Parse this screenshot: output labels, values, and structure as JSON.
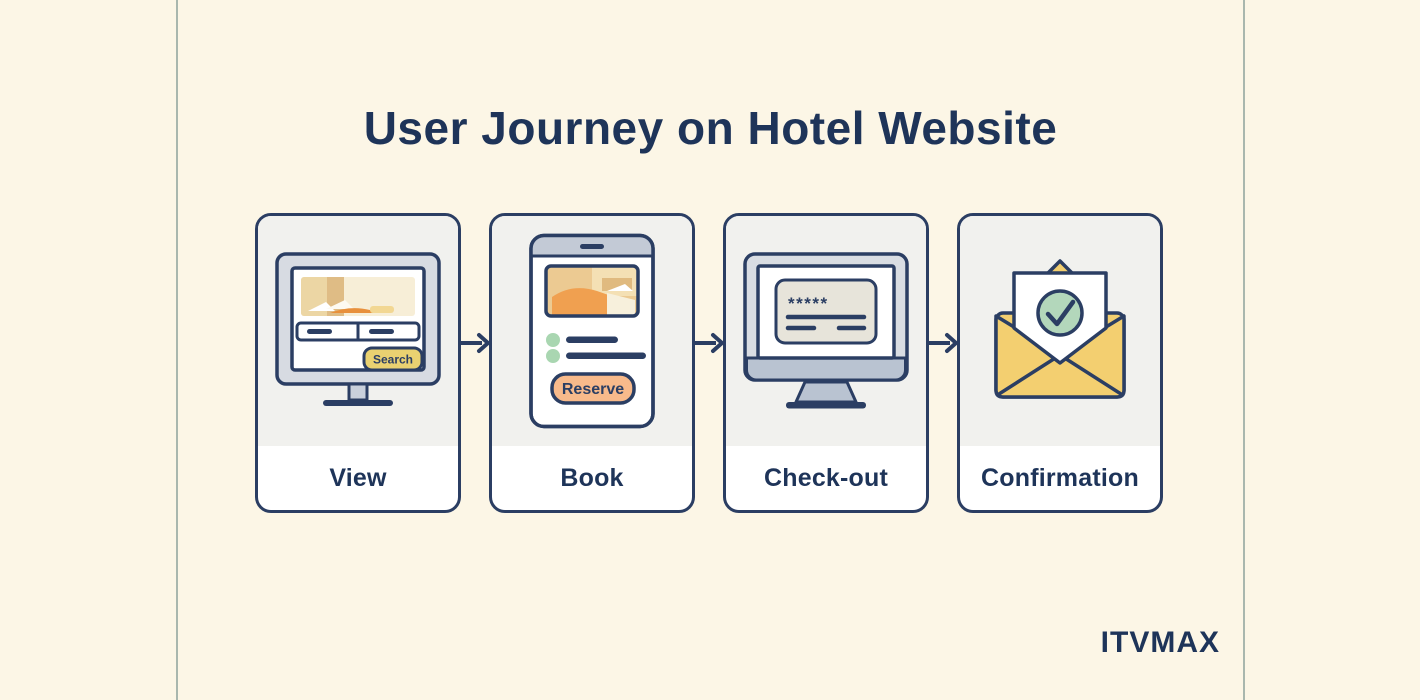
{
  "title": "User Journey on Hotel Website",
  "brand": "ITVMAX",
  "journey": {
    "steps": [
      {
        "label": "View",
        "icon": "desktop-search-icon",
        "button_label": "Search"
      },
      {
        "label": "Book",
        "icon": "smartphone-reserve-icon",
        "button_label": "Reserve"
      },
      {
        "label": "Check-out",
        "icon": "desktop-payment-icon",
        "card_masked_number": "*****"
      },
      {
        "label": "Confirmation",
        "icon": "envelope-check-icon"
      }
    ]
  },
  "colors": {
    "background": "#fcf6e6",
    "panel_line": "#a9b7ae",
    "navy_outline": "#2b3e63",
    "title_text": "#1e3459",
    "card_top_bg": "#f1f1ee",
    "search_button": "#e9d171",
    "reserve_button": "#f8ba8b",
    "envelope_yellow": "#f3cf70",
    "check_green": "#b3d7bb",
    "bullet_green": "#a9d6b1",
    "monitor_gray": "#d7dbe2",
    "monitor_strip": "#b9c3d1",
    "form_card_beige": "#e7e4da"
  }
}
